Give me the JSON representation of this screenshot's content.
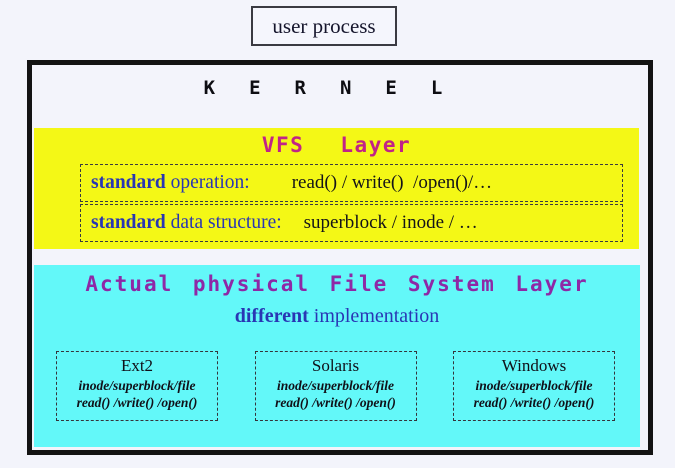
{
  "colors": {
    "page_background": "#f3f4fb",
    "kernel_border": "#131313",
    "vfs_background": "#f4f816",
    "vfs_title_color": "#c12387",
    "fs_background": "#63f8f9",
    "fs_title_color": "#8e28a6",
    "blue_text": "#2936b4",
    "black_text": "#101018"
  },
  "user_process": {
    "label": "user process"
  },
  "kernel": {
    "title": "KERNEL"
  },
  "vfs_layer": {
    "title": "VFS Layer",
    "rows": [
      {
        "term": "standard",
        "label": " operation:",
        "value": "read() / write()  /open()/…"
      },
      {
        "term": "standard",
        "label": " data structure:",
        "value": "superblock / inode / …"
      }
    ]
  },
  "fs_layer": {
    "title": "Actual physical File System Layer",
    "subtitle_term": "different",
    "subtitle_rest": " implementation",
    "boxes": [
      {
        "name": "Ext2",
        "line1": "inode/superblock/file",
        "line2": "read() /write() /open()"
      },
      {
        "name": "Solaris",
        "line1": "inode/superblock/file",
        "line2": "read() /write() /open()"
      },
      {
        "name": "Windows",
        "line1": "inode/superblock/file",
        "line2": "read() /write() /open()"
      }
    ]
  }
}
